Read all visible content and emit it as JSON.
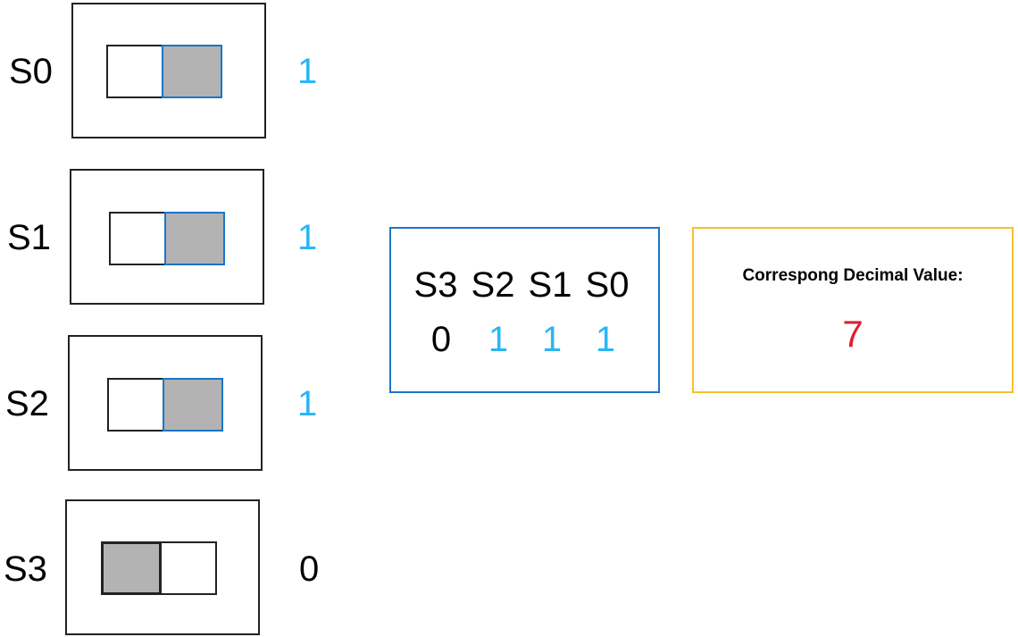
{
  "colors": {
    "on_value": "#29b6f6",
    "off_value": "#000000",
    "decimal_value": "#e0202f",
    "binary_box_border": "#1b75c9",
    "decimal_box_border": "#f5c02a",
    "knob_fill": "#b3b3b3"
  },
  "switches": [
    {
      "label": "S0",
      "state": "on",
      "value": "1"
    },
    {
      "label": "S1",
      "state": "on",
      "value": "1"
    },
    {
      "label": "S2",
      "state": "on",
      "value": "1"
    },
    {
      "label": "S3",
      "state": "off",
      "value": "0"
    }
  ],
  "binary": {
    "headers": [
      "S3",
      "S2",
      "S1",
      "S0"
    ],
    "bits": [
      "0",
      "1",
      "1",
      "1"
    ]
  },
  "decimal": {
    "title": "Correspong Decimal Value:",
    "value": "7"
  }
}
